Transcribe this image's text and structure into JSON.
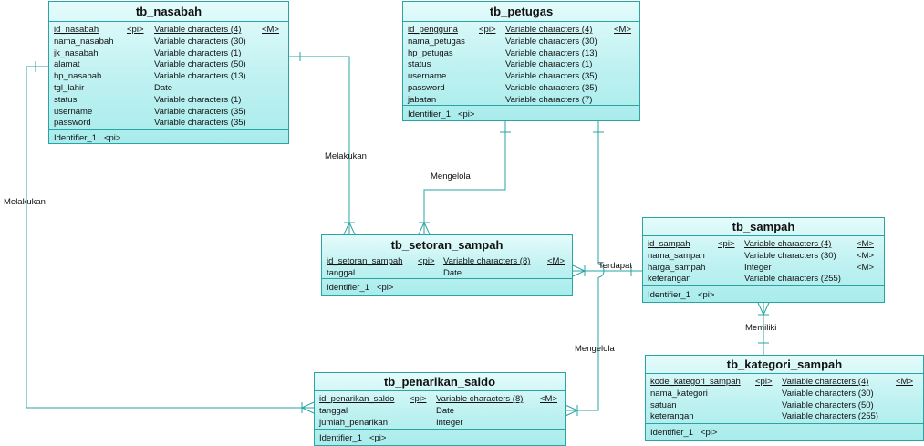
{
  "entities": [
    {
      "key": "nasabah",
      "name": "tb_nasabah",
      "attributes": [
        {
          "name": "id_nasabah",
          "type": "Variable characters (4)",
          "pk": true,
          "pi": "<pi>",
          "m": "<M>"
        },
        {
          "name": "nama_nasabah",
          "type": "Variable characters (30)"
        },
        {
          "name": "jk_nasabah",
          "type": "Variable characters (1)"
        },
        {
          "name": "alamat",
          "type": "Variable characters (50)"
        },
        {
          "name": "hp_nasabah",
          "type": "Variable characters (13)"
        },
        {
          "name": "tgl_lahir",
          "type": "Date"
        },
        {
          "name": "status",
          "type": "Variable characters (1)"
        },
        {
          "name": "username",
          "type": "Variable characters (35)"
        },
        {
          "name": "password",
          "type": "Variable characters (35)"
        }
      ],
      "identifier": "Identifier_1",
      "identifier_tag": "<pi>"
    },
    {
      "key": "petugas",
      "name": "tb_petugas",
      "attributes": [
        {
          "name": "id_pengguna",
          "type": "Variable characters (4)",
          "pk": true,
          "pi": "<pi>",
          "m": "<M>"
        },
        {
          "name": "nama_petugas",
          "type": "Variable characters (30)"
        },
        {
          "name": "hp_petugas",
          "type": "Variable characters (13)"
        },
        {
          "name": "status",
          "type": "Variable characters (1)"
        },
        {
          "name": "username",
          "type": "Variable characters (35)"
        },
        {
          "name": "password",
          "type": "Variable characters (35)"
        },
        {
          "name": "jabatan",
          "type": "Variable characters (7)"
        }
      ],
      "identifier": "Identifier_1",
      "identifier_tag": "<pi>"
    },
    {
      "key": "setoran",
      "name": "tb_setoran_sampah",
      "attributes": [
        {
          "name": "id_setoran_sampah",
          "type": "Variable characters (8)",
          "pk": true,
          "pi": "<pi>",
          "m": "<M>"
        },
        {
          "name": "tanggal",
          "type": "Date"
        }
      ],
      "identifier": "Identifier_1",
      "identifier_tag": "<pi>"
    },
    {
      "key": "sampah",
      "name": "tb_sampah",
      "attributes": [
        {
          "name": "id_sampah",
          "type": "Variable characters (4)",
          "pk": true,
          "pi": "<pi>",
          "m": "<M>"
        },
        {
          "name": "nama_sampah",
          "type": "Variable characters (30)",
          "m": "<M>"
        },
        {
          "name": "harga_sampah",
          "type": "Integer",
          "m": "<M>"
        },
        {
          "name": "keterangan",
          "type": "Variable characters (255)"
        }
      ],
      "identifier": "Identifier_1",
      "identifier_tag": "<pi>"
    },
    {
      "key": "penarikan",
      "name": "tb_penarikan_saldo",
      "attributes": [
        {
          "name": "id_penarikan_saldo",
          "type": "Variable characters (8)",
          "pk": true,
          "pi": "<pi>",
          "m": "<M>"
        },
        {
          "name": "tanggal",
          "type": "Date"
        },
        {
          "name": "jumlah_penarikan",
          "type": "Integer"
        }
      ],
      "identifier": "Identifier_1",
      "identifier_tag": "<pi>"
    },
    {
      "key": "kategori",
      "name": "tb_kategori_sampah",
      "attributes": [
        {
          "name": "kode_kategori_sampah",
          "type": "Variable characters (4)",
          "pk": true,
          "pi": "<pi>",
          "m": "<M>"
        },
        {
          "name": "nama_kategori",
          "type": "Variable characters (30)"
        },
        {
          "name": "satuan",
          "type": "Variable characters (50)"
        },
        {
          "name": "keterangan",
          "type": "Variable characters (255)"
        }
      ],
      "identifier": "Identifier_1",
      "identifier_tag": "<pi>"
    }
  ],
  "relationships": [
    {
      "key": "nasabah-setoran",
      "label": "Melakukan",
      "from": "tb_nasabah",
      "to": "tb_setoran_sampah"
    },
    {
      "key": "nasabah-penarikan",
      "label": "Melakukan",
      "from": "tb_nasabah",
      "to": "tb_penarikan_saldo"
    },
    {
      "key": "petugas-setoran",
      "label": "Mengelola",
      "from": "tb_petugas",
      "to": "tb_setoran_sampah"
    },
    {
      "key": "petugas-penarikan",
      "label": "Mengelola",
      "from": "tb_petugas",
      "to": "tb_penarikan_saldo"
    },
    {
      "key": "sampah-setoran",
      "label": "Terdapat",
      "from": "tb_sampah",
      "to": "tb_setoran_sampah"
    },
    {
      "key": "kategori-sampah",
      "label": "Memiliki",
      "from": "tb_kategori_sampah",
      "to": "tb_sampah"
    }
  ],
  "colors": {
    "line": "#2aa3a3",
    "entity_border": "#2aa3a3",
    "entity_fill_top": "#e4fbfb",
    "entity_fill_bottom": "#a9ecec",
    "text": "#111111"
  }
}
